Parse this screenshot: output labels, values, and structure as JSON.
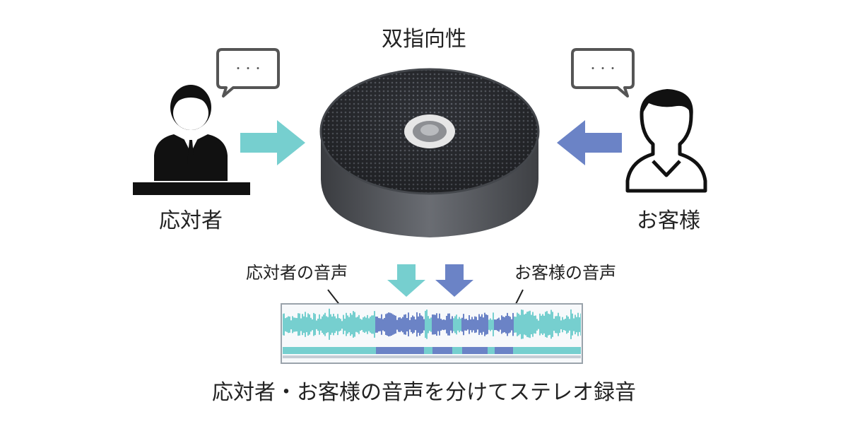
{
  "title": "双指向性",
  "staff": {
    "label": "応対者",
    "voice_label": "応対者の音声",
    "bubble_text": "・・・"
  },
  "customer": {
    "label": "お客様",
    "voice_label": "お客様の音声",
    "bubble_text": "・・・"
  },
  "caption": "応対者・お客様の音声を分けてステレオ録音",
  "colors": {
    "staff_accent": "#76cfcf",
    "customer_accent": "#6b83c6",
    "device_body": "#5a5d63",
    "device_mesh": "#2e3035"
  },
  "icons": {
    "staff": "person-at-desk-icon",
    "customer": "person-outline-icon",
    "device": "bidirectional-microphone",
    "speech": "speech-bubble-icon"
  }
}
